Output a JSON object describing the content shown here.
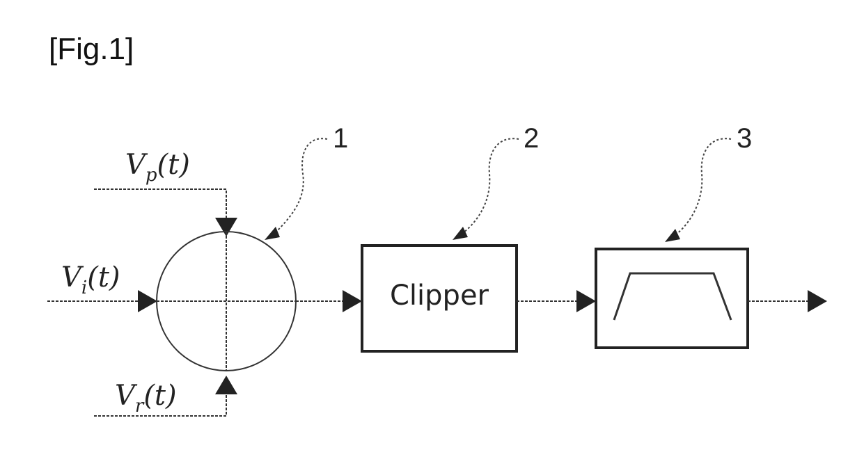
{
  "figure_label": "[Fig.1]",
  "inputs": {
    "top": {
      "symbol": "V",
      "subscript": "p",
      "argument": "(t)"
    },
    "left": {
      "symbol": "V",
      "subscript": "i",
      "argument": "(t)"
    },
    "bottom": {
      "symbol": "V",
      "subscript": "r",
      "argument": "(t)"
    }
  },
  "blocks": [
    {
      "ref": "1"
    },
    {
      "ref": "2",
      "label": "Clipper"
    },
    {
      "ref": "3"
    }
  ]
}
